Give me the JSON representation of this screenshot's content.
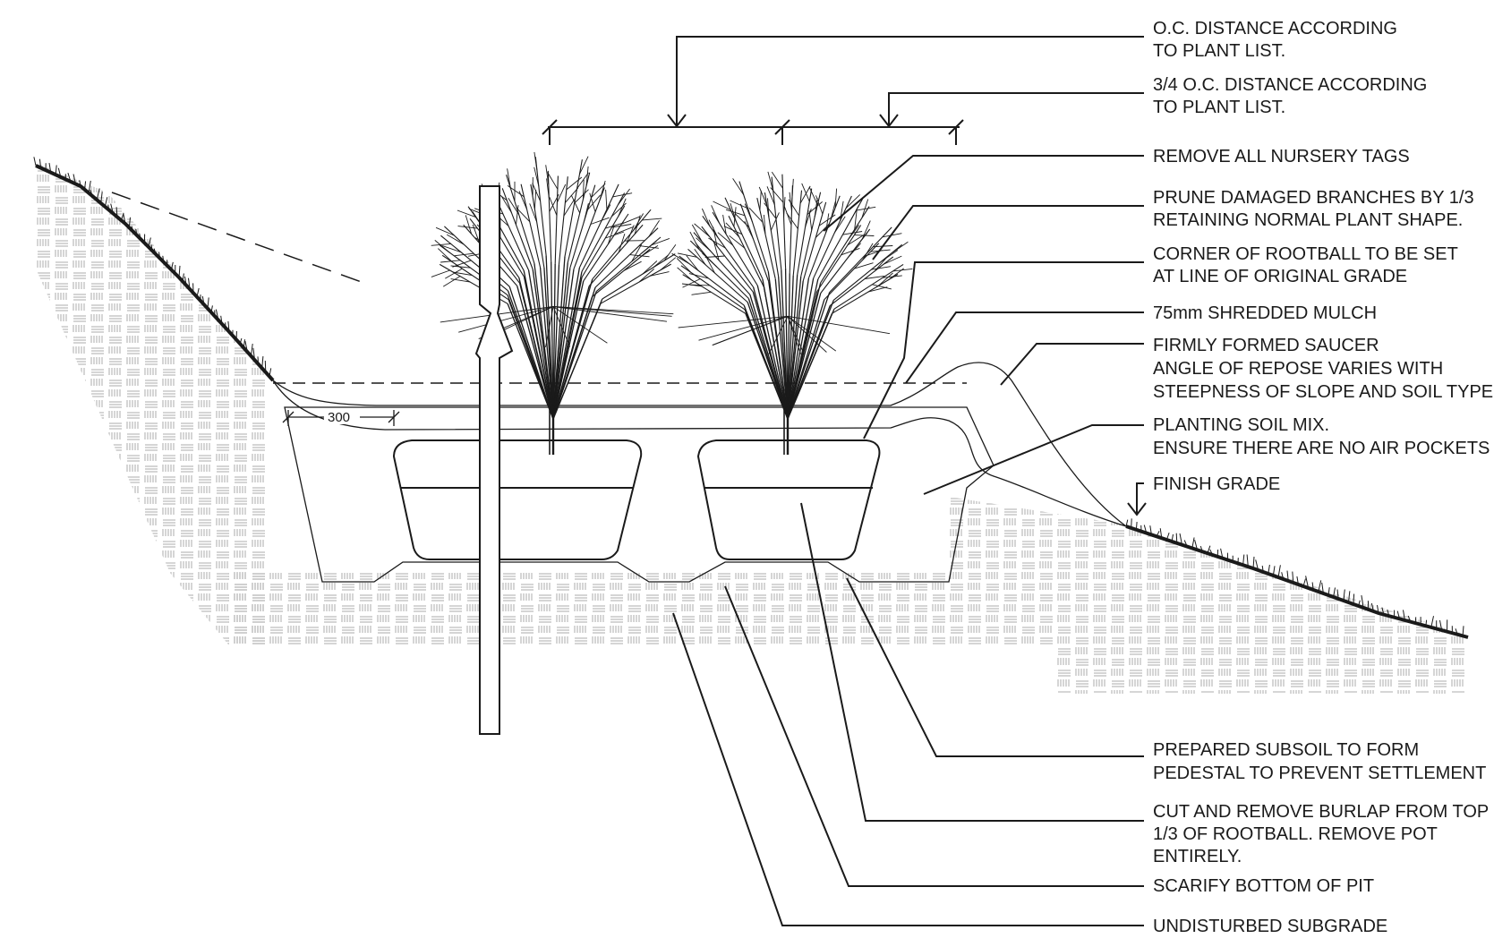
{
  "labels": {
    "oc_distance": [
      "O.C. DISTANCE ACCORDING",
      "TO PLANT LIST."
    ],
    "three_quarter_oc": [
      "3/4 O.C. DISTANCE ACCORDING",
      "TO PLANT LIST."
    ],
    "remove_tags": [
      "REMOVE ALL NURSERY TAGS"
    ],
    "prune": [
      "PRUNE DAMAGED BRANCHES BY 1/3",
      "RETAINING NORMAL PLANT SHAPE."
    ],
    "corner_rootball": [
      "CORNER OF ROOTBALL TO BE SET",
      "AT LINE OF ORIGINAL GRADE"
    ],
    "mulch": [
      "75mm SHREDDED MULCH"
    ],
    "saucer": [
      "FIRMLY FORMED SAUCER",
      "ANGLE OF REPOSE VARIES WITH",
      "STEEPNESS OF SLOPE AND SOIL TYPE"
    ],
    "soil_mix": [
      "PLANTING SOIL MIX.",
      "ENSURE THERE ARE NO AIR POCKETS"
    ],
    "finish_grade": [
      "FINISH GRADE"
    ],
    "subsoil": [
      "PREPARED SUBSOIL TO FORM",
      "PEDESTAL TO PREVENT SETTLEMENT"
    ],
    "burlap": [
      "CUT AND REMOVE BURLAP FROM TOP",
      "1/3 OF ROOTBALL. REMOVE POT",
      "ENTIRELY."
    ],
    "scarify": [
      "SCARIFY BOTTOM OF PIT"
    ],
    "subgrade": [
      "UNDISTURBED SUBGRADE"
    ]
  },
  "dimension": {
    "edge_offset": "300"
  }
}
